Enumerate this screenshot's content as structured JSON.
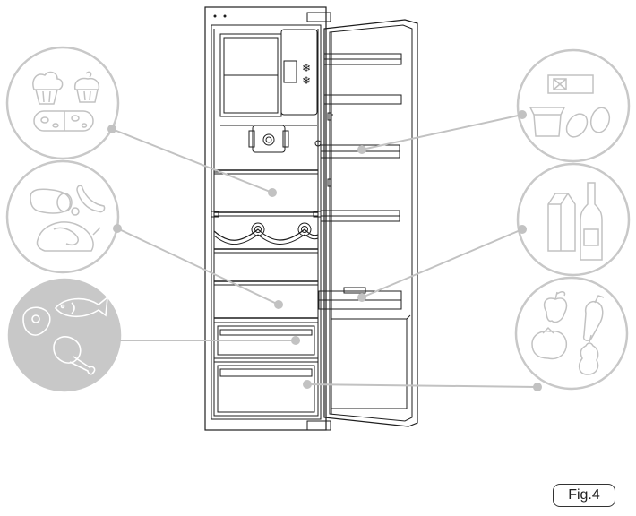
{
  "figure": {
    "label": "Fig.4"
  },
  "colors": {
    "circle_stroke": "#c8c8c8",
    "icon_stroke": "#c2c2c2",
    "leader": "#c2c2c2",
    "filled_circle": "#c8c8c8",
    "filled_icon": "#ffffff",
    "fridge_line": "#1e1e1e"
  },
  "zones": [
    {
      "name": "baked-goods-cheese",
      "icons": [
        "muffin-icon",
        "cupcake-icon",
        "cheese-icon"
      ],
      "highlighted": false
    },
    {
      "name": "sausage-ham",
      "icons": [
        "salami-icon",
        "sausage-icon",
        "ham-icon"
      ],
      "highlighted": false
    },
    {
      "name": "meat-fish-poultry",
      "icons": [
        "steak-icon",
        "fish-icon",
        "chicken-leg-icon"
      ],
      "highlighted": true
    },
    {
      "name": "butter-yogurt-eggs",
      "icons": [
        "butter-icon",
        "yogurt-icon",
        "egg-icon"
      ],
      "highlighted": false
    },
    {
      "name": "milk-bottle",
      "icons": [
        "milk-carton-icon",
        "bottle-icon"
      ],
      "highlighted": false
    },
    {
      "name": "fruit-vegetables",
      "icons": [
        "apple-icon",
        "pepper-icon",
        "tomato-icon",
        "pear-icon"
      ],
      "highlighted": false
    }
  ]
}
